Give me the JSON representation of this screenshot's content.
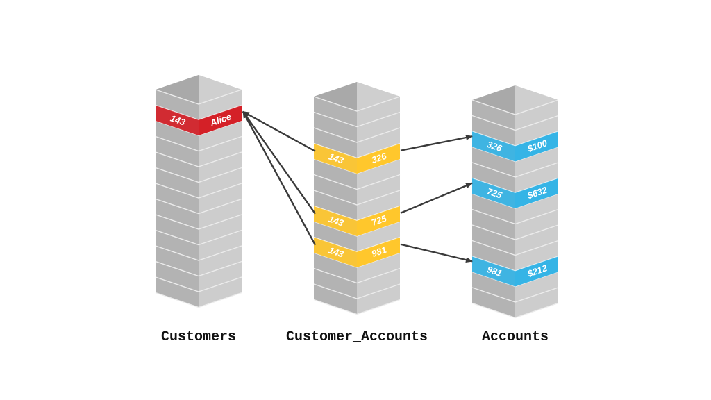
{
  "colors": {
    "customers": "#d42027",
    "customer_accounts": "#ffc72c",
    "accounts": "#35b4e6",
    "connector": "#3a3a3a"
  },
  "stacks": {
    "customers": {
      "label": "Customers",
      "rows": [
        {
          "key": "143",
          "value": "Alice"
        }
      ]
    },
    "customer_accounts": {
      "label": "Customer_Accounts",
      "rows": [
        {
          "key": "143",
          "value": "326"
        },
        {
          "key": "143",
          "value": "725"
        },
        {
          "key": "143",
          "value": "981"
        }
      ]
    },
    "accounts": {
      "label": "Accounts",
      "rows": [
        {
          "key": "326",
          "value": "$100"
        },
        {
          "key": "725",
          "value": "$632"
        },
        {
          "key": "981",
          "value": "$212"
        }
      ]
    }
  }
}
